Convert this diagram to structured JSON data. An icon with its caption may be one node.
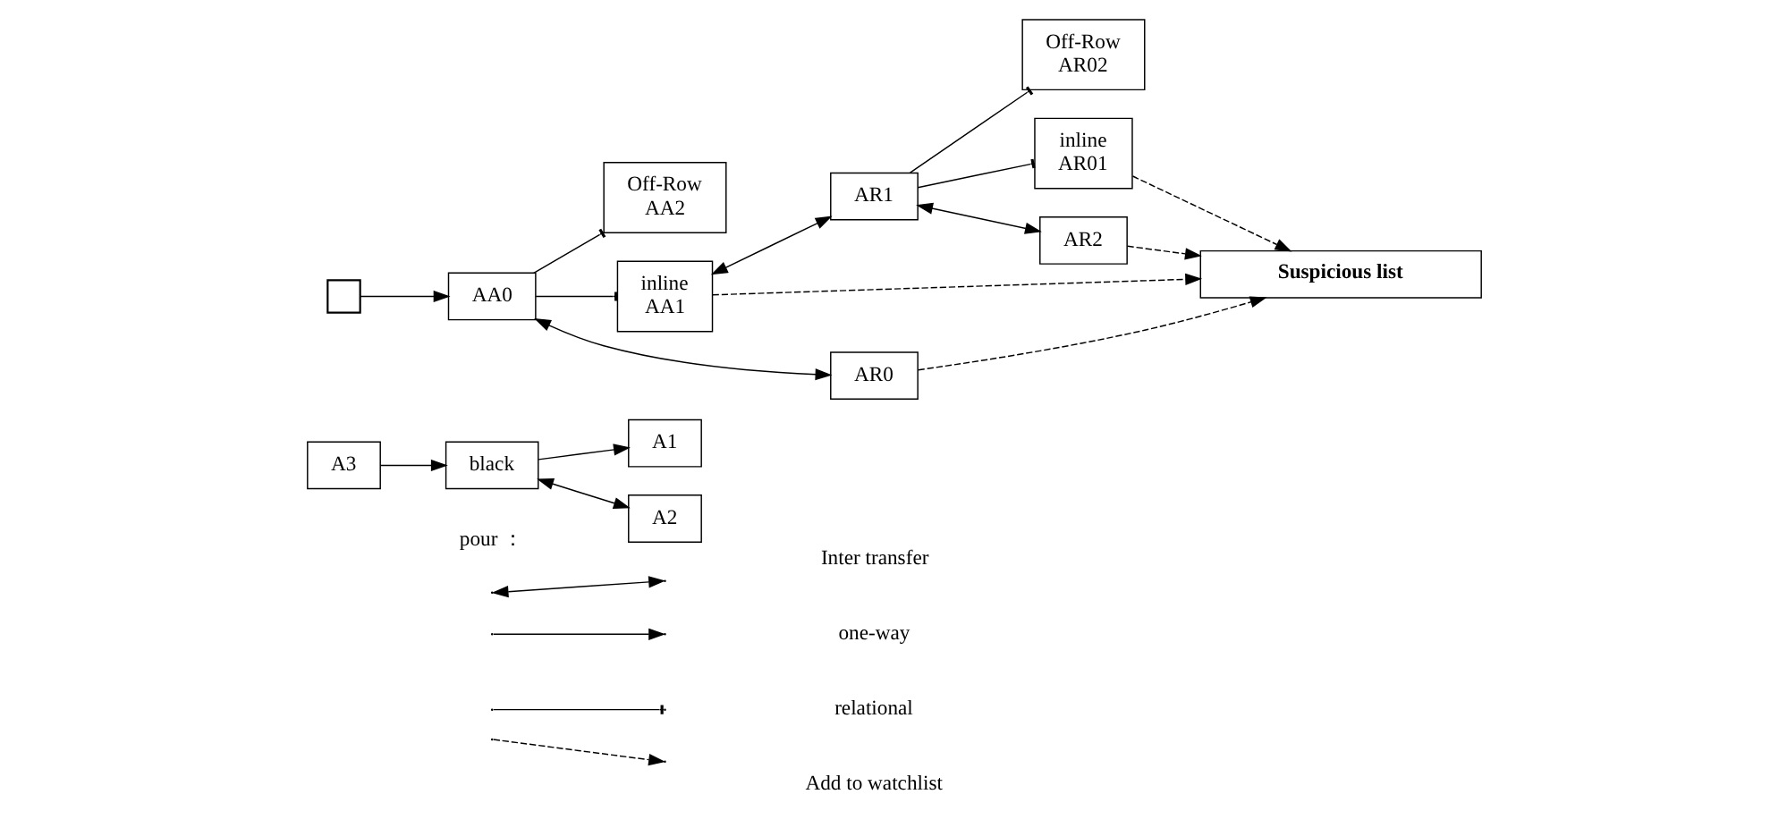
{
  "diagram": {
    "nodes": [
      {
        "text": [
          "black"
        ]
      },
      {
        "text": [
          "A1"
        ]
      },
      {
        "text": [
          "A2"
        ]
      },
      {
        "text": [
          "A3"
        ]
      },
      {
        "text": [],
        "shape": "cross"
      },
      {
        "text": [
          "AA0"
        ]
      },
      {
        "text": [
          "Off-Row",
          "AA2"
        ]
      },
      {
        "text": [
          "inline",
          "AA1"
        ]
      },
      {
        "text": [
          "AR0"
        ]
      },
      {
        "text": [
          "AR1"
        ]
      },
      {
        "text": [
          "Off-Row",
          "AR02"
        ]
      },
      {
        "text": [
          "inline",
          "AR01"
        ]
      },
      {
        "text": [
          "AR2"
        ]
      },
      {
        "text": [
          "Suspicious list"
        ]
      }
    ],
    "edges": [
      {
        "from": 0,
        "to": 1,
        "arrow": "to"
      },
      {
        "from": 0,
        "to": 2,
        "arrow": "both"
      },
      {
        "from": 3,
        "to": 0,
        "arrow": "to"
      },
      {
        "from": 4,
        "to": 5,
        "arrow": "to"
      },
      {
        "from": 5,
        "to": 6,
        "arrow": "other"
      },
      {
        "from": 5,
        "to": 7,
        "arrow": "other"
      },
      {
        "from": 5,
        "to": 8,
        "arrow": "both"
      },
      {
        "from": 7,
        "to": 9,
        "arrow": "both"
      },
      {
        "from": 9,
        "to": 10,
        "arrow": "other"
      },
      {
        "from": 9,
        "to": 11,
        "arrow": "other"
      },
      {
        "from": 9,
        "to": 12,
        "arrow": "both"
      },
      {
        "from": 8,
        "to": 13,
        "arrow": "to",
        "style": "dashed"
      },
      {
        "from": 7,
        "to": 13,
        "arrow": "to",
        "style": "dashed"
      },
      {
        "from": 12,
        "to": 13,
        "arrow": "to",
        "style": "dashed"
      },
      {
        "from": 11,
        "to": 13,
        "arrow": "to",
        "style": "dashed"
      }
    ],
    "labels": [
      "pour ："
    ],
    "legend": [
      {
        "text": "Inter transfer"
      },
      {
        "text": "one-way"
      },
      {
        "text": "relational"
      },
      {
        "text": "Add to watchlist"
      }
    ]
  }
}
